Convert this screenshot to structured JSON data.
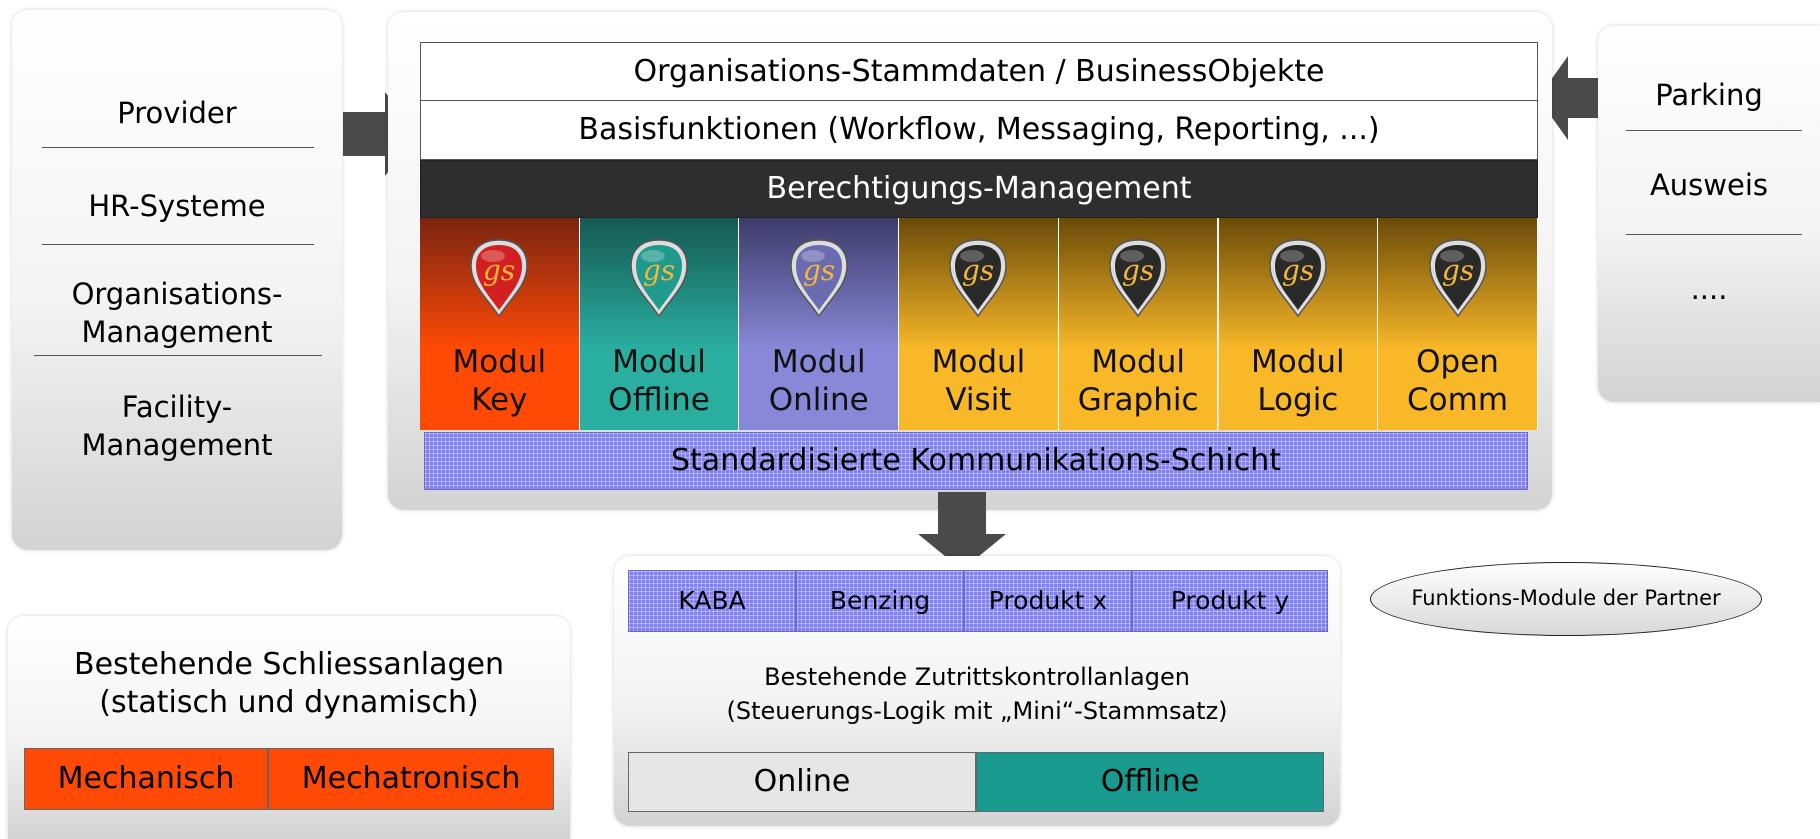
{
  "left_panel": {
    "items": [
      "Provider",
      "HR-Systeme",
      "Organisations-\nManagement",
      "Facility-\nManagement"
    ]
  },
  "right_panel": {
    "items": [
      "Parking",
      "Ausweis",
      "...."
    ]
  },
  "core": {
    "top_bar": "Organisations-Stammdaten / BusinessObjekte",
    "basis_bar": "Basisfunktionen (Workflow, Messaging, Reporting, ...)",
    "auth_bar": "Berechtigungs-Management",
    "comm_bar": "Standardisierte Kommunikations-Schicht",
    "logo_text": "gs",
    "modules": [
      {
        "line1": "Modul",
        "line2": "Key",
        "color_top": "#7a2410",
        "color_bottom": "#ff4a06",
        "badge": "#d22020"
      },
      {
        "line1": "Modul",
        "line2": "Offline",
        "color_top": "#155a52",
        "color_bottom": "#2aaea0",
        "badge": "#1f9a8c"
      },
      {
        "line1": "Modul",
        "line2": "Online",
        "color_top": "#3c3c6a",
        "color_bottom": "#8888d8",
        "badge": "#6b6bb0"
      },
      {
        "line1": "Modul",
        "line2": "Visit",
        "color_top": "#6a4a08",
        "color_bottom": "#f8b828",
        "badge": "#2a2a2a"
      },
      {
        "line1": "Modul",
        "line2": "Graphic",
        "color_top": "#6a4a08",
        "color_bottom": "#f8b828",
        "badge": "#2a2a2a"
      },
      {
        "line1": "Modul",
        "line2": "Logic",
        "color_top": "#6a4a08",
        "color_bottom": "#f8b828",
        "badge": "#2a2a2a"
      },
      {
        "line1": "Open",
        "line2": "Comm",
        "color_top": "#6a4a08",
        "color_bottom": "#f8b828",
        "badge": "#2a2a2a"
      }
    ]
  },
  "partner_label": "Funktions-Module der Partner",
  "zutritt": {
    "products": [
      "KABA",
      "Benzing",
      "Produkt x",
      "Produkt y"
    ],
    "title_line1": "Bestehende Zutrittskontrollanlagen",
    "title_line2": "(Steuerungs-Logik mit „Mini“-Stammsatz)",
    "online": "Online",
    "offline": "Offline"
  },
  "schliess": {
    "title_line1": "Bestehende Schliessanlagen",
    "title_line2": "(statisch und dynamisch)",
    "mech": "Mechanisch",
    "mechatronic": "Mechatronisch"
  },
  "colors": {
    "orange": "#ff4a06",
    "teal": "#189a8e",
    "dark_bar": "#2e2e2e",
    "comm_blue": "#8080ef",
    "arrow_gray": "#4a4a4a"
  }
}
